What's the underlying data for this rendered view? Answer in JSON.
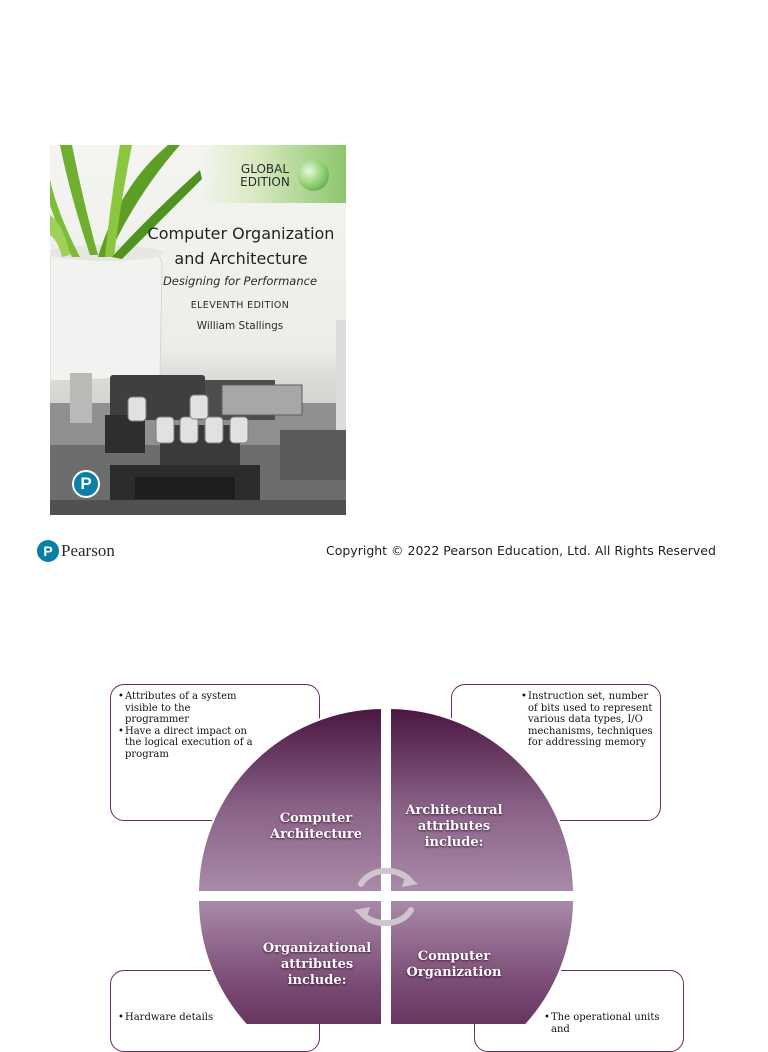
{
  "cover": {
    "edition_badge": "GLOBAL EDITION",
    "title": "Computer Organization and Architecture",
    "subtitle": "Designing for Performance",
    "edition": "ELEVENTH EDITION",
    "author": "William Stallings",
    "logo_letter": "P"
  },
  "footer": {
    "brand_letter": "P",
    "brand_name": "Pearson",
    "copyright": "Copyright © 2022 Pearson Education, Ltd. All Rights Reserved"
  },
  "diagram": {
    "quadrants": {
      "top_left": "Computer Architecture",
      "top_right": "Architectural attributes include:",
      "bottom_left": "Organizational attributes include:",
      "bottom_right": "Computer Organization"
    },
    "boxes": {
      "top_left": [
        "Attributes of a system visible to the programmer",
        "Have a direct impact on the logical execution of a program"
      ],
      "top_right": [
        "Instruction set, number of bits used to represent various data types,  I/O mechanisms, techniques for addressing memory"
      ],
      "bottom_left": [
        "Hardware details"
      ],
      "bottom_right": [
        "The operational units and"
      ]
    }
  },
  "colors": {
    "pearson_blue": "#0a7ea5",
    "quadrant_dark": "#4a1540",
    "quadrant_light": "#a98aa8",
    "box_border": "#6a2b5e"
  }
}
